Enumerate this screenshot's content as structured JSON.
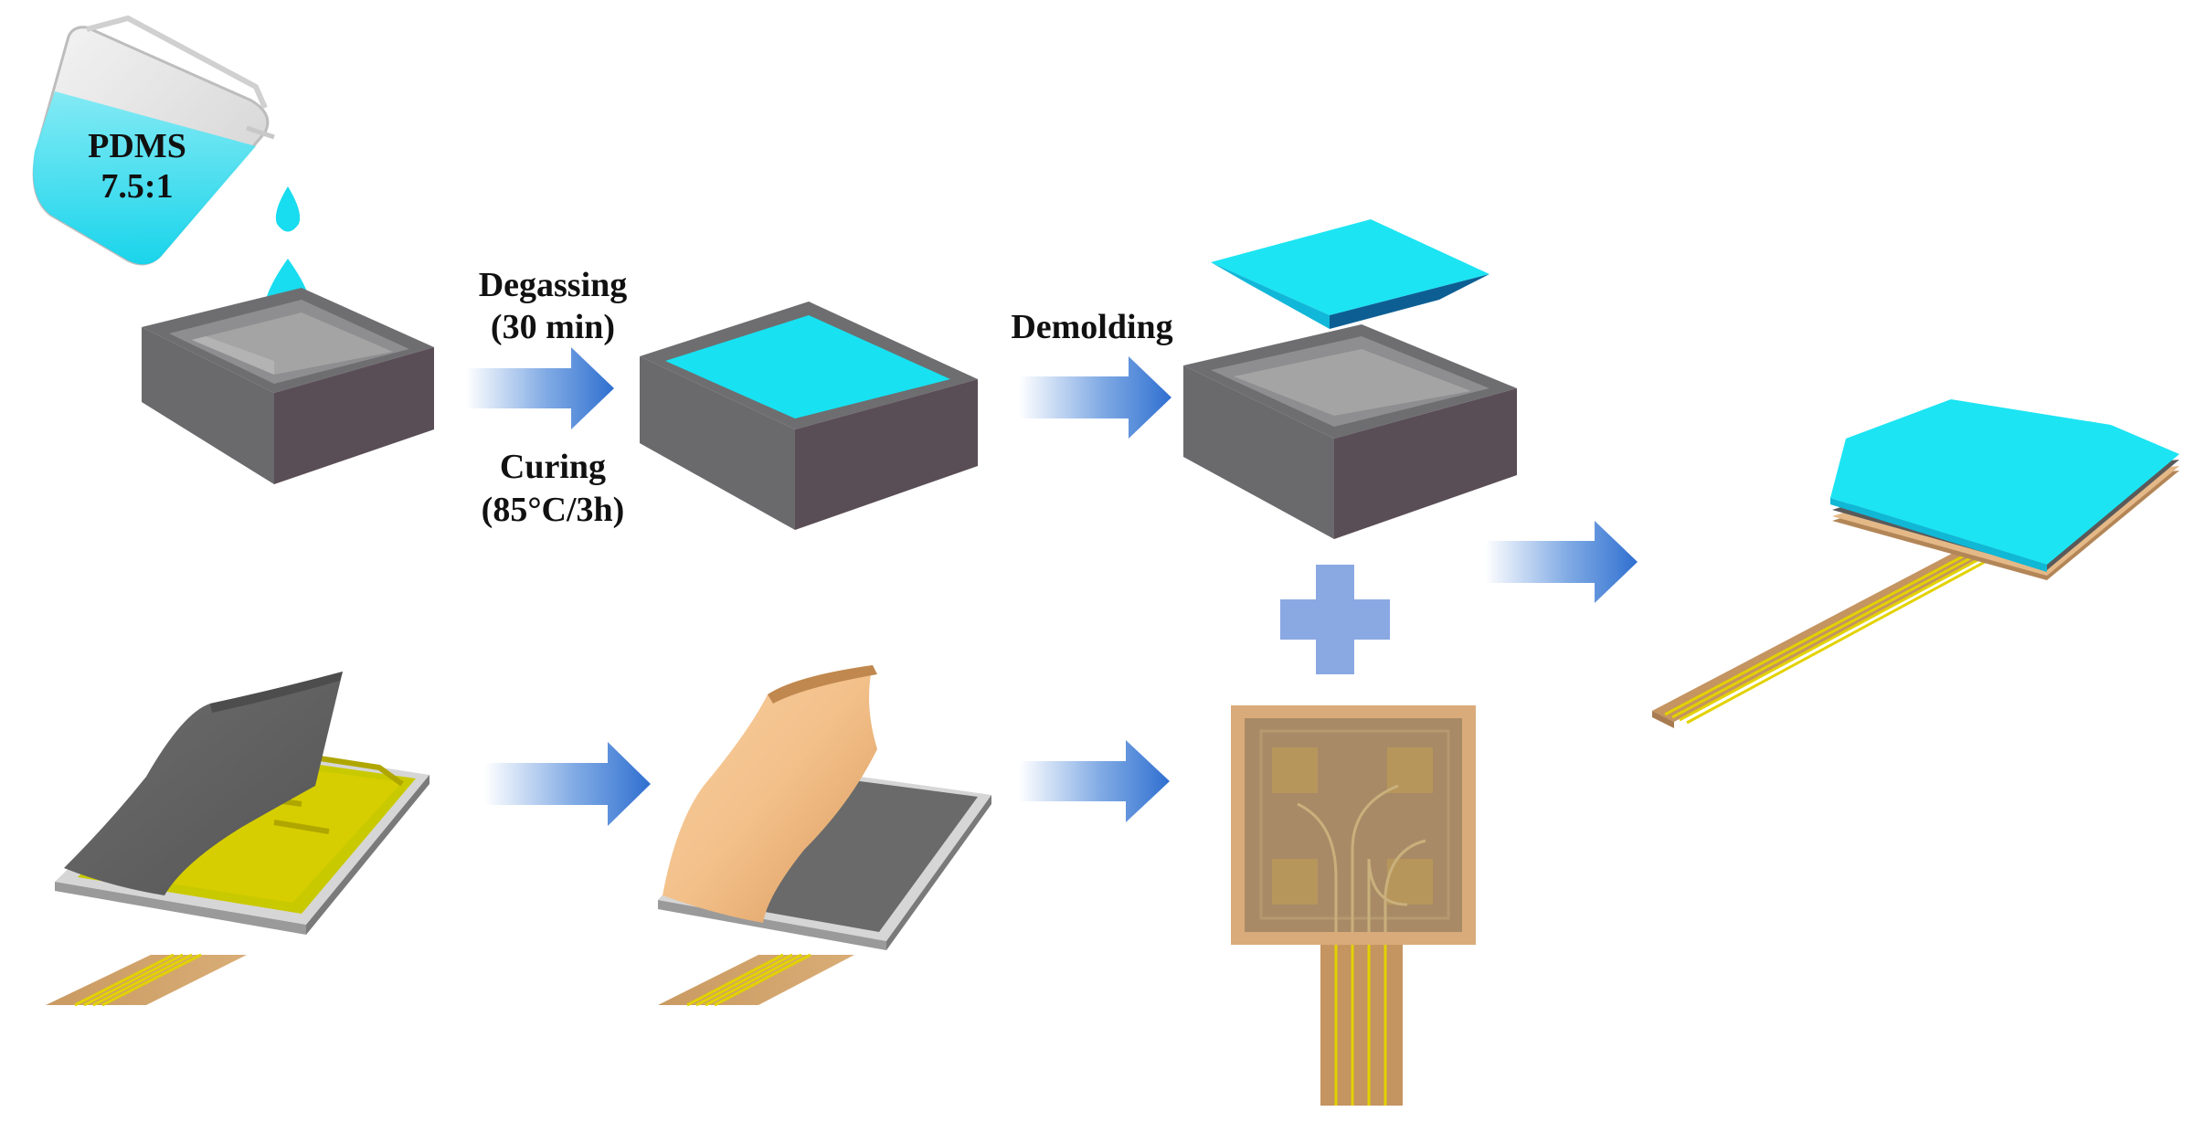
{
  "beaker": {
    "line1": "PDMS",
    "line2": "7.5:1"
  },
  "step_labels": {
    "degassing": "Degassing",
    "degassing_time": "(30 min)",
    "curing": "Curing",
    "curing_cond": "(85°C/3h)",
    "demolding": "Demolding"
  },
  "colors": {
    "pdms": "#19e0f0",
    "mold_top": "#6e6e70",
    "mold_left": "#6a6a6c",
    "mold_right": "#5a4e56",
    "arrow": "#3a7bd5",
    "electrode": "#6b6b6b",
    "copper": "#f5c48e",
    "board": "#caa077",
    "trace": "#e8e000"
  },
  "icons": [
    "beaker-icon",
    "droplet-icon",
    "arrow-icon",
    "plus-icon"
  ]
}
